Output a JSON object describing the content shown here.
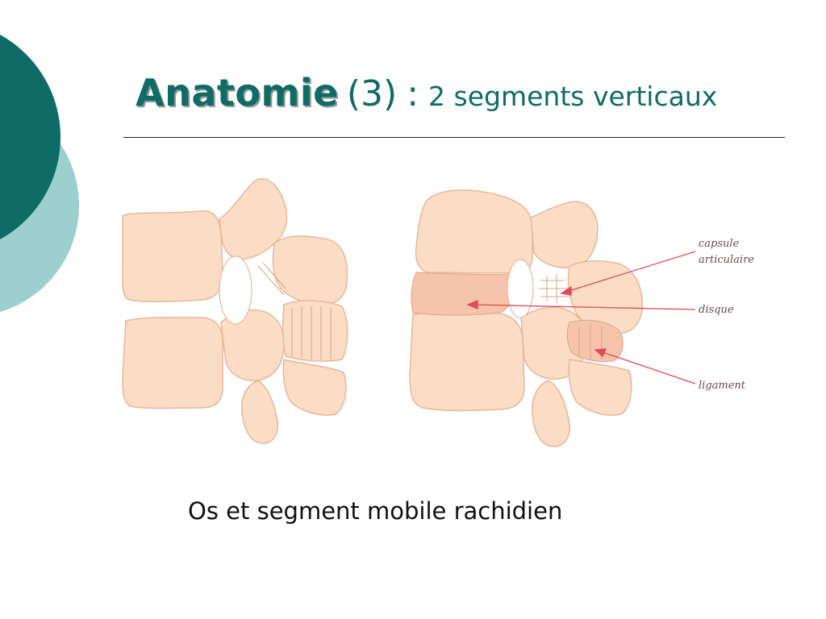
{
  "slide": {
    "title_main": "Anatomie",
    "title_number": "(3)",
    "title_colon": ":",
    "title_sub": "2 segments verticaux",
    "caption": "Os et segment mobile rachidien"
  },
  "diagram": {
    "labels": {
      "capsule_line1": "capsule",
      "capsule_line2": "articulaire",
      "disque": "disque",
      "ligament": "ligament"
    }
  },
  "colors": {
    "theme_dark": "#0e6b66",
    "theme_light": "#9dcfce",
    "bone": "#fbdcc4",
    "bone_outline": "#e8b89a",
    "disc": "#f6c4ab",
    "arrow": "#e04a5a"
  }
}
